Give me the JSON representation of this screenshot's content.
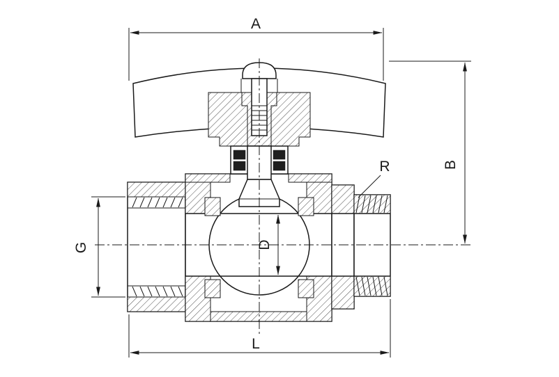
{
  "colors": {
    "line": "#1a1a1a",
    "background": "#ffffff"
  },
  "dimension_labels": {
    "overall_width": "A",
    "overall_height": "B",
    "bore_diameter": "D",
    "inlet_thread": "G",
    "body_length": "L",
    "outlet_thread": "R"
  }
}
